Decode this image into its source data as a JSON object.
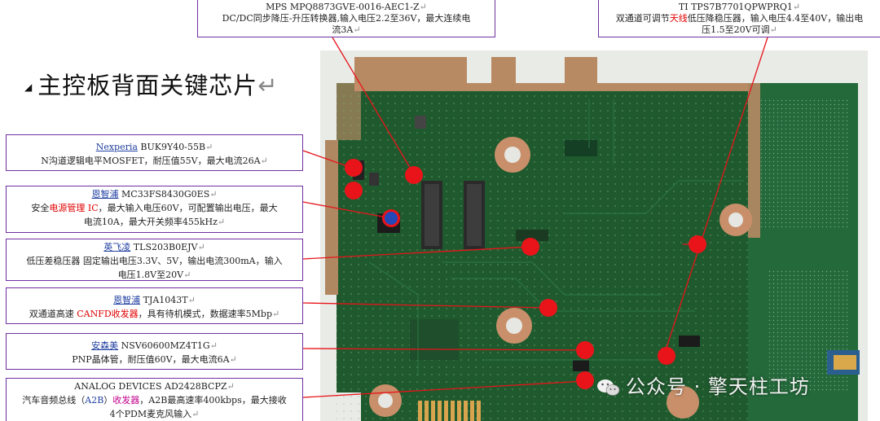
{
  "slide_title": "主控板背面关键芯片",
  "return_mark": "↵",
  "callouts": {
    "top_mps": {
      "line1": "MPS MPQ8873GVE-0016-AEC1-Z",
      "line2": "DC/DC同步降压-升压转换器,输入电压2.2至36V，最大连续电",
      "line3": "流3A"
    },
    "top_ti": {
      "line1": "TI TPS7B7701QPWPRQ1",
      "line2a": "双通道可调节",
      "line2_hl": "天线",
      "line2b": "低压降稳压器，输入电压4.4至40V，输出电",
      "line3": "压1.5至20V可调"
    },
    "nexperia": {
      "brand": "Nexperia",
      "part": " BUK9Y40-55B",
      "desc": "N沟道逻辑电平MOSFET，耐压值55V，最大电流26A"
    },
    "nxp_pmic": {
      "brand": "恩智浦",
      "part": " MC33FS8430G0ES",
      "pre": "安全",
      "hl": "电源管理 IC",
      "post": "，最大输入电压60V，可配置输出电压，最大",
      "line3": "电流10A，最大开关频率455kHz"
    },
    "infineon": {
      "brand": "英飞凌",
      "part": " TLS203B0EJV",
      "line2": "低压差稳压器 固定输出电压3.3V、5V，输出电流300mA，输入",
      "line3": "电压1.8V至20V"
    },
    "nxp_can": {
      "brand": "恩智浦",
      "part": " TJA1043T",
      "pre": "双通道高速 ",
      "hl": "CANFD收发器",
      "post": "，具有待机模式，数据速率5Mbp"
    },
    "onsemi": {
      "brand": "安森美",
      "part": " NSV60600MZ4T1G",
      "desc": "PNP晶体管，耐压值60V，最大电流6A"
    },
    "adi": {
      "line1": "ANALOG DEVICES AD2428BCPZ",
      "pre": "汽车音频总线（",
      "hl1": "A2B",
      "mid": "）",
      "hl2": "收发器",
      "post": "，A2B最高速率400kbps，最大接收",
      "line3": "4个PDM麦克风输入"
    }
  },
  "watermark": "公众号 · 擎天柱工坊",
  "colors": {
    "pcb_green": "#1f5a2e",
    "copper": "#c98f6a",
    "marker_red": "#e8141a",
    "box_border": "#7030a0",
    "brand_blue": "#1f3ea0",
    "highlight_red": "#e00000"
  }
}
